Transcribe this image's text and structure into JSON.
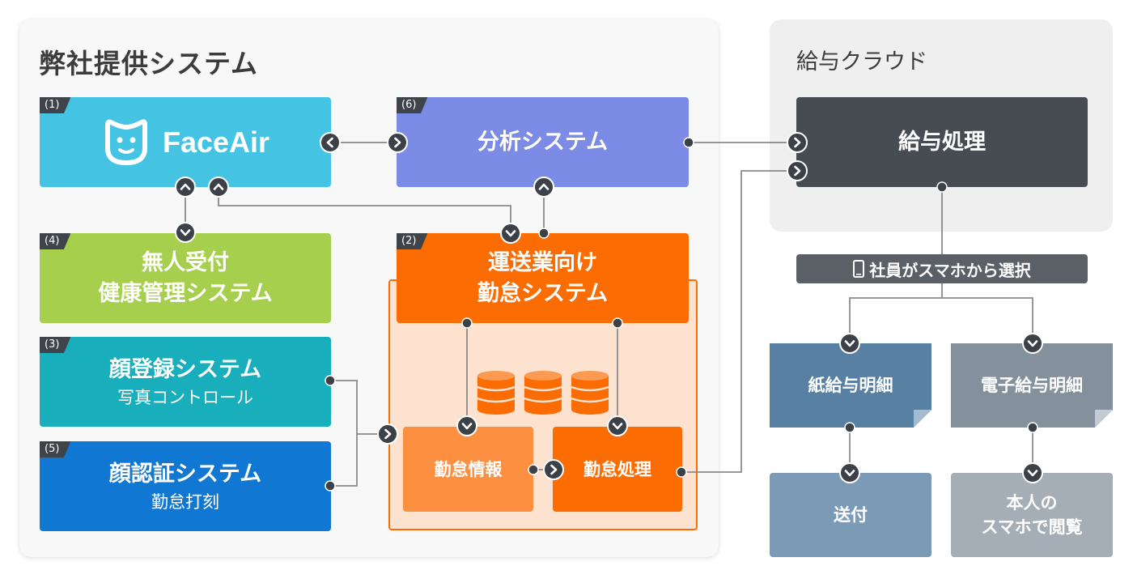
{
  "left_panel": {
    "title": "弊社提供システム"
  },
  "right_panel": {
    "title": "給与クラウド"
  },
  "faceair": {
    "tag": "(1)",
    "label": "FaceAir"
  },
  "analysis": {
    "tag": "(6)",
    "label": "分析システム"
  },
  "reception": {
    "tag": "(4)",
    "line1": "無人受付",
    "line2": "健康管理システム"
  },
  "face_register": {
    "tag": "(3)",
    "title": "顔登録システム",
    "sub": "写真コントロール"
  },
  "face_auth": {
    "tag": "(5)",
    "title": "顔認証システム",
    "sub": "勤怠打刻"
  },
  "transport": {
    "tag": "(2)",
    "line1": "運送業向け",
    "line2": "勤怠システム"
  },
  "attendance_info": {
    "label": "勤怠情報"
  },
  "attendance_process": {
    "label": "勤怠処理"
  },
  "payroll": {
    "label": "給与処理"
  },
  "select_bar": {
    "label": "社員がスマホから選択"
  },
  "paper_slip": {
    "label": "紙給与明細"
  },
  "e_slip": {
    "label": "電子給与明細"
  },
  "send": {
    "label": "送付"
  },
  "smartphone_view": {
    "line1": "本人の",
    "line2": "スマホで閲覧"
  },
  "colors": {
    "faceair": "#45c3e2",
    "analysis": "#7b8be6",
    "reception": "#a5cf4c",
    "face_register": "#19aebc",
    "face_auth": "#1077d3",
    "transport": "#fb6c03",
    "attendance_bg": "#fde2d0",
    "attendance_info": "#fd8f40",
    "payroll": "#474b52",
    "paper_slip": "#5880a3",
    "e_slip": "#84919d",
    "send": "#7b9ab5",
    "smartphone_view": "#a5aeb6",
    "node": "#3c4047"
  }
}
